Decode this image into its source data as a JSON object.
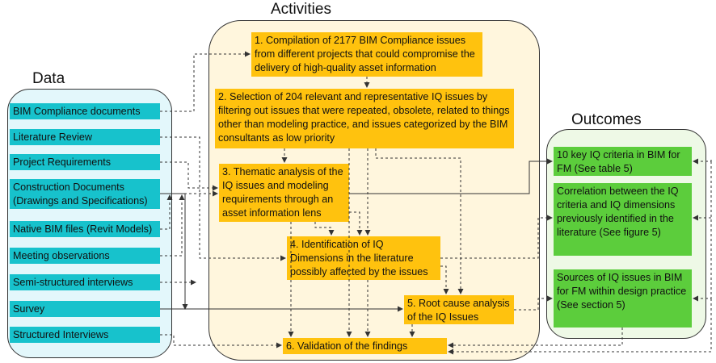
{
  "titles": {
    "data": "Data",
    "activities": "Activities",
    "outcomes": "Outcomes"
  },
  "data_items": [
    "BIM Compliance documents",
    "Literature Review",
    "Project Requirements",
    "Construction Documents (Drawings and Specifications)",
    "Native BIM files (Revit Models)",
    "Meeting observations",
    "Semi-structured interviews",
    "Survey",
    "Structured Interviews"
  ],
  "activities": [
    "1. Compilation of 2177 BIM Compliance issues from different projects that could compromise the delivery of high-quality asset information",
    "2. Selection of 204 relevant and representative IQ issues by filtering out issues that were repeated, obsolete, related to things other than modeling practice, and issues categorized by the BIM consultants as low priority",
    "3. Thematic analysis of the IQ issues and modeling requirements through an asset information lens",
    "4. Identification of IQ Dimensions in the literature possibly affected by  the issues",
    "5. Root cause analysis of the IQ Issues",
    "6. Validation of the findings"
  ],
  "outcomes": [
    "10 key IQ criteria in BIM for FM (See table 5)",
    "Correlation between the IQ criteria and IQ dimensions previously identified in the literature (See figure 5)",
    "Sources of IQ issues in BIM for FM within design practice (See section 5)"
  ],
  "colors": {
    "data_panel": "#e3f7fb",
    "activities_panel": "#fff6dd",
    "outcomes_panel": "#eef9e6",
    "data_box": "#17c2cc",
    "activity_box": "#ffc20e",
    "outcome_box": "#5ccd3c"
  }
}
